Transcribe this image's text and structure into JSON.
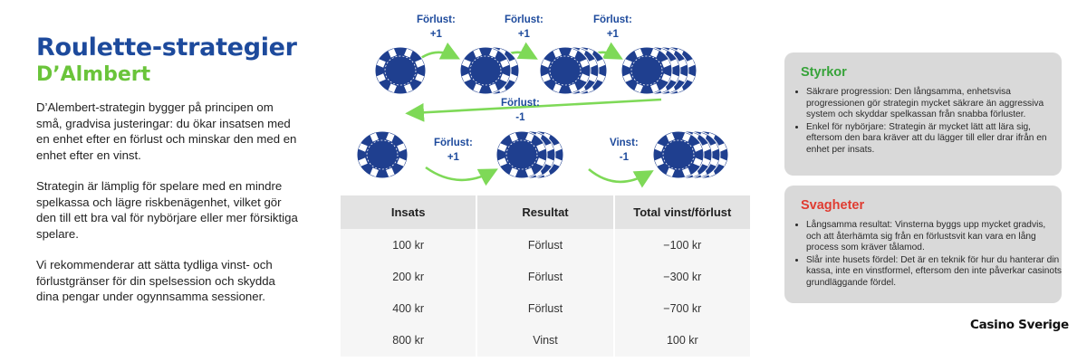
{
  "title": "Roulette-strategier",
  "subtitle": "D’Almbert",
  "paragraphs": [
    "D’Alembert-strategin bygger på principen om små, gradvisa justeringar: du ökar insatsen med en enhet efter en förlust och minskar den med en enhet efter en vinst.",
    "Strategin är lämplig för spelare med en mindre spelkassa och lägre riskbenägenhet, vilket gör den till ett bra val för nybörjare eller mer försiktiga spelare.",
    "Vi rekommenderar att sätta tydliga vinst- och förlustgränser för din spelsession och skydda dina pengar under ogynnsamma sessioner."
  ],
  "diagram": {
    "labels": [
      {
        "line1": "Förlust:",
        "line2": "+1"
      },
      {
        "line1": "Förlust:",
        "line2": "+1"
      },
      {
        "line1": "Förlust:",
        "line2": "+1"
      },
      {
        "line1": "Förlust:",
        "line2": "-1"
      },
      {
        "line1": "Förlust:",
        "line2": "+1"
      },
      {
        "line1": "Vinst:",
        "line2": "-1"
      }
    ],
    "chip_color": "#1f3f8f",
    "arrow_color": "#7ed957"
  },
  "table": {
    "headers": [
      "Insats",
      "Resultat",
      "Total vinst/förlust"
    ],
    "rows": [
      [
        "100 kr",
        "Förlust",
        "−100 kr"
      ],
      [
        "200 kr",
        "Förlust",
        "−300 kr"
      ],
      [
        "400 kr",
        "Förlust",
        "−700 kr"
      ],
      [
        "800 kr",
        "Vinst",
        "100 kr"
      ]
    ]
  },
  "strengths": {
    "title": "Styrkor",
    "items": [
      "Säkrare progression: Den långsamma, enhetsvisa progressionen gör strategin mycket säkrare än aggressiva system och skyddar spelkassan från snabba förluster.",
      "Enkel för nybörjare: Strategin är mycket lätt att lära sig, eftersom den bara kräver att du lägger till eller drar ifrån en enhet per insats."
    ]
  },
  "weaknesses": {
    "title": "Svagheter",
    "items": [
      "Långsamma resultat: Vinsterna byggs upp mycket gradvis, och att återhämta sig från en förlustsvit kan vara en lång process som kräver tålamod.",
      "Slår inte husets fördel: Det är en teknik för hur du hanterar din kassa, inte en vinstformel, eftersom den inte påverkar casinots grundläggande fördel."
    ]
  },
  "logo": "Casino Sverige"
}
